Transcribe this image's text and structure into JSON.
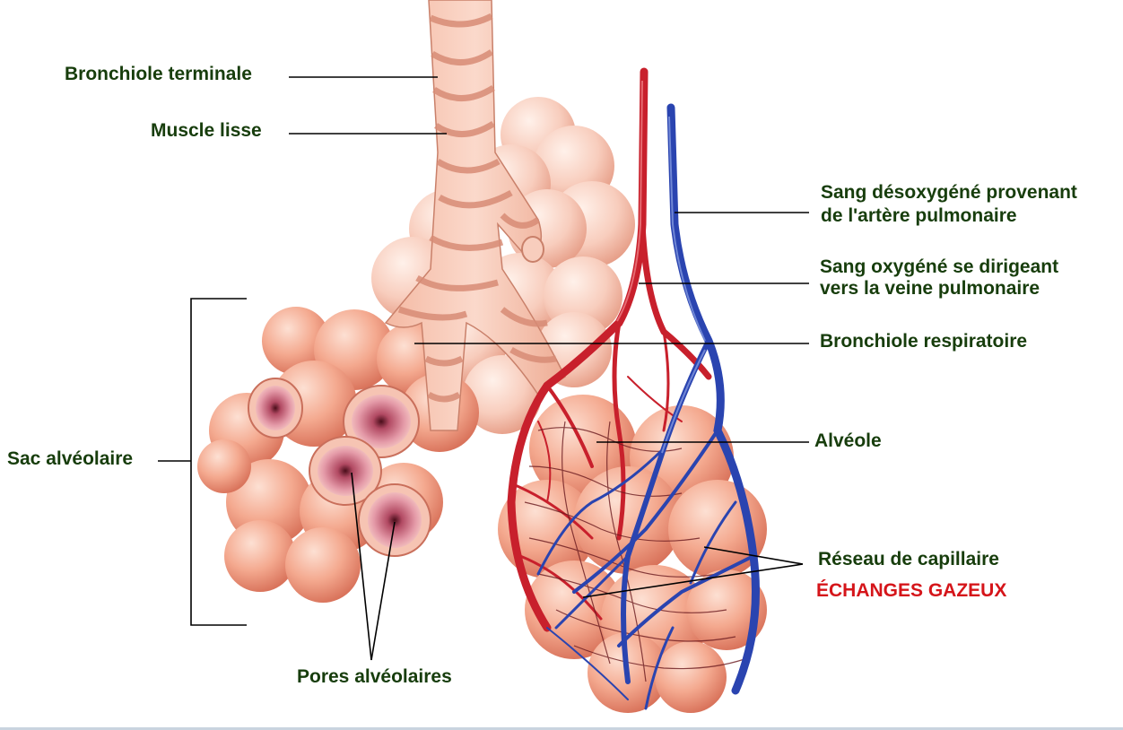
{
  "labels": {
    "terminal_bronchiole": "Bronchiole terminale",
    "smooth_muscle": "Muscle lisse",
    "deoxygenated_line1": "Sang désoxygéné provenant",
    "deoxygenated_line2": "de l'artère pulmonaire",
    "oxygenated_line1": "Sang oxygéné se dirigeant",
    "oxygenated_line2": "vers la veine pulmonaire",
    "respiratory_bronchiole": "Bronchiole respiratoire",
    "alveolar_sac": "Sac alvéolaire",
    "alveolus": "Alvéole",
    "capillary_network": "Réseau de capillaire",
    "gas_exchange": "ÉCHANGES GAZEUX",
    "alveolar_pores": "Pores alvéolaires"
  },
  "colors": {
    "label_text": "#173d0c",
    "accent_text": "#d5151a",
    "leader_lines": "#000000",
    "alveolus_fill": "#f2a288",
    "artery_red": "#c8202c",
    "vein_blue": "#2a44b0"
  }
}
